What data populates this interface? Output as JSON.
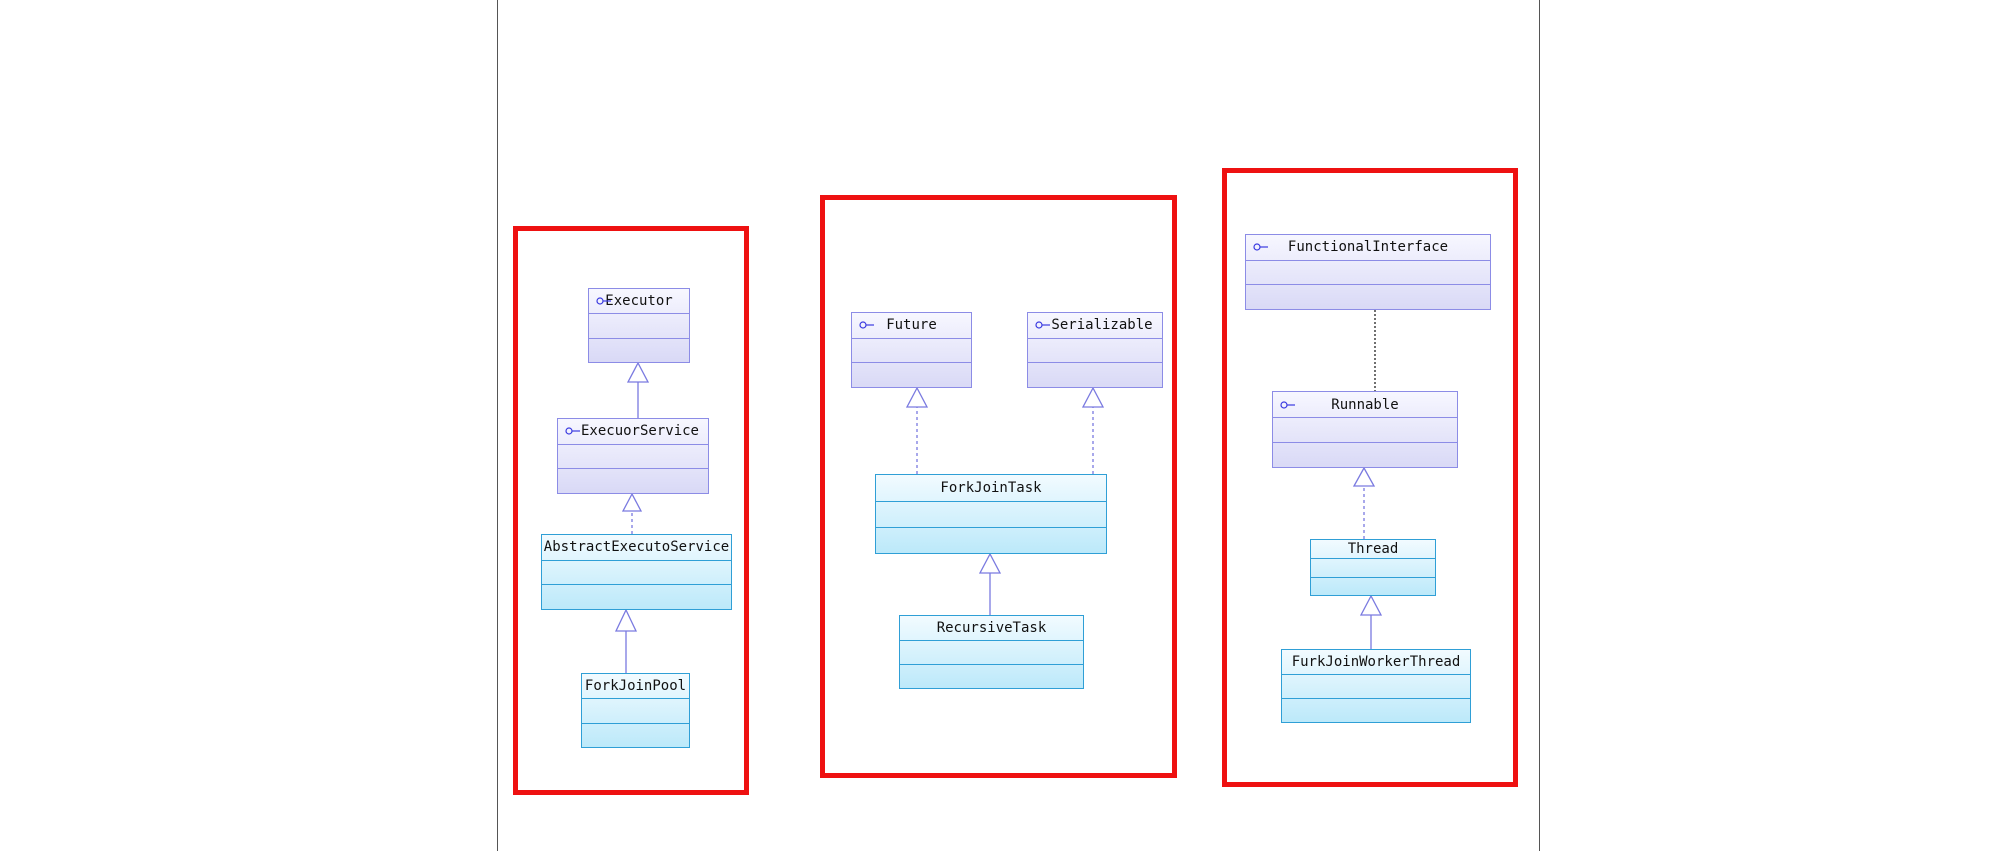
{
  "groups": [
    {
      "id": "executor-group",
      "nodes": [
        {
          "id": "executor",
          "label": "Executor",
          "kind": "interface"
        },
        {
          "id": "executor-service",
          "label": "ExecuorService",
          "kind": "interface"
        },
        {
          "id": "abstract-executor-service",
          "label": "AbstractExecutoService",
          "kind": "class"
        },
        {
          "id": "fork-join-pool",
          "label": "ForkJoinPool",
          "kind": "class"
        }
      ]
    },
    {
      "id": "task-group",
      "nodes": [
        {
          "id": "future",
          "label": "Future",
          "kind": "interface"
        },
        {
          "id": "serializable",
          "label": "Serializable",
          "kind": "interface"
        },
        {
          "id": "fork-join-task",
          "label": "ForkJoinTask",
          "kind": "class"
        },
        {
          "id": "recursive-task",
          "label": "RecursiveTask",
          "kind": "class"
        }
      ]
    },
    {
      "id": "thread-group",
      "nodes": [
        {
          "id": "functional-interface",
          "label": "FunctionalInterface",
          "kind": "interface"
        },
        {
          "id": "runnable",
          "label": "Runnable",
          "kind": "interface"
        },
        {
          "id": "thread",
          "label": "Thread",
          "kind": "class"
        },
        {
          "id": "furk-join-worker-thread",
          "label": "FurkJoinWorkerThread",
          "kind": "class"
        }
      ]
    }
  ],
  "relations": [
    {
      "from": "executor-service",
      "to": "executor",
      "type": "generalization"
    },
    {
      "from": "abstract-executor-service",
      "to": "executor-service",
      "type": "realization"
    },
    {
      "from": "fork-join-pool",
      "to": "abstract-executor-service",
      "type": "generalization"
    },
    {
      "from": "fork-join-task",
      "to": "future",
      "type": "realization"
    },
    {
      "from": "fork-join-task",
      "to": "serializable",
      "type": "realization"
    },
    {
      "from": "recursive-task",
      "to": "fork-join-task",
      "type": "generalization"
    },
    {
      "from": "runnable",
      "to": "functional-interface",
      "type": "annotation"
    },
    {
      "from": "thread",
      "to": "runnable",
      "type": "realization"
    },
    {
      "from": "furk-join-worker-thread",
      "to": "thread",
      "type": "generalization"
    }
  ],
  "colors": {
    "frame": "#ee1111",
    "interface_border": "#8c8ce6",
    "class_border": "#2f9fd6",
    "connector": "#7a7ae0",
    "annotation_connector": "#222222"
  }
}
